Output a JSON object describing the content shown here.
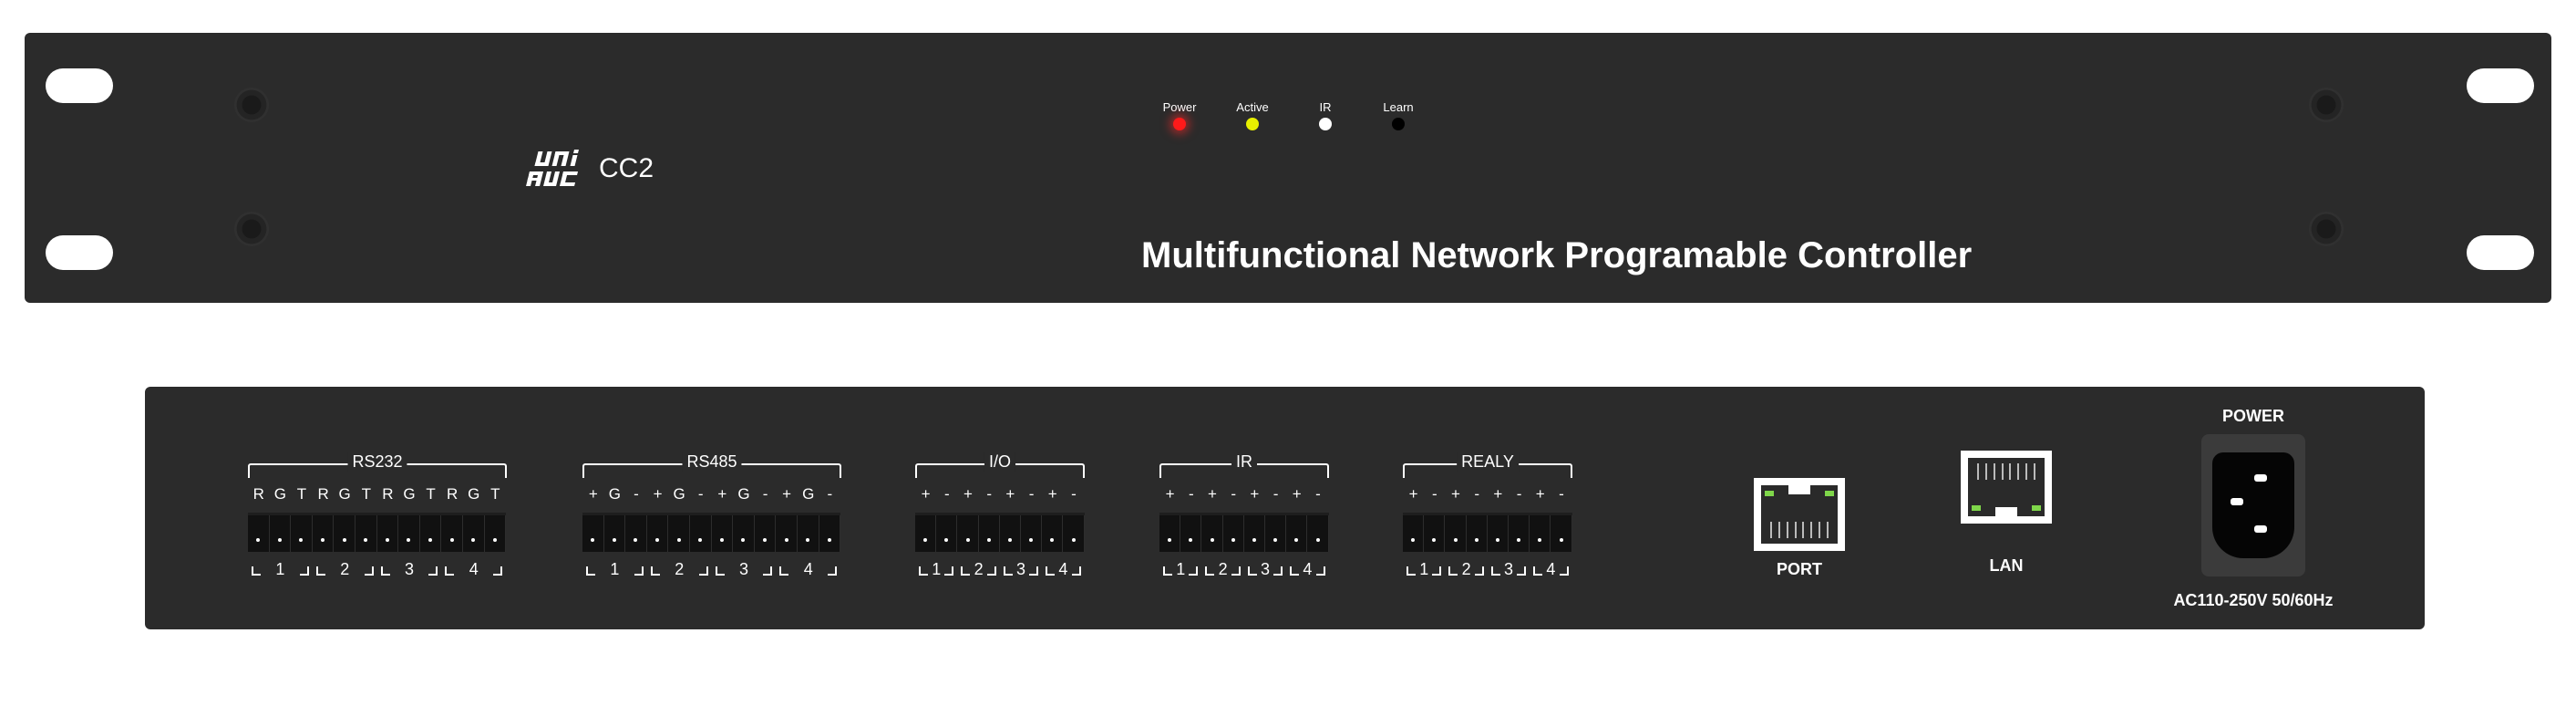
{
  "front": {
    "brand_logo": "UNi AVC",
    "model": "CC2",
    "title": "Multifunctional Network Programable Controller",
    "leds": [
      {
        "label": "Power",
        "color": "#ff1a1a"
      },
      {
        "label": "Active",
        "color": "#e8f000"
      },
      {
        "label": "IR",
        "color": "#ffffff"
      },
      {
        "label": "Learn",
        "color": "#000000"
      }
    ]
  },
  "rear": {
    "rs232": {
      "title": "RS232",
      "pins": [
        "R",
        "G",
        "T",
        "R",
        "G",
        "T",
        "R",
        "G",
        "T",
        "R",
        "G",
        "T"
      ],
      "nums": [
        "1",
        "2",
        "3",
        "4"
      ]
    },
    "rs485": {
      "title": "RS485",
      "pins": [
        "+",
        "G",
        "-",
        "+",
        "G",
        "-",
        "+",
        "G",
        "-",
        "+",
        "G",
        "-"
      ],
      "nums": [
        "1",
        "2",
        "3",
        "4"
      ]
    },
    "io": {
      "title": "I/O",
      "pins": [
        "+",
        "-",
        "+",
        "-",
        "+",
        "-",
        "+",
        "-"
      ],
      "nums": [
        "1",
        "2",
        "3",
        "4"
      ]
    },
    "ir": {
      "title": "IR",
      "pins": [
        "+",
        "-",
        "+",
        "-",
        "+",
        "-",
        "+",
        "-"
      ],
      "nums": [
        "1",
        "2",
        "3",
        "4"
      ]
    },
    "realy": {
      "title": "REALY",
      "pins": [
        "+",
        "-",
        "+",
        "-",
        "+",
        "-",
        "+",
        "-"
      ],
      "nums": [
        "1",
        "2",
        "3",
        "4"
      ]
    },
    "port_label": "PORT",
    "lan_label": "LAN",
    "power_title": "POWER",
    "power_spec": "AC110-250V 50/60Hz"
  }
}
